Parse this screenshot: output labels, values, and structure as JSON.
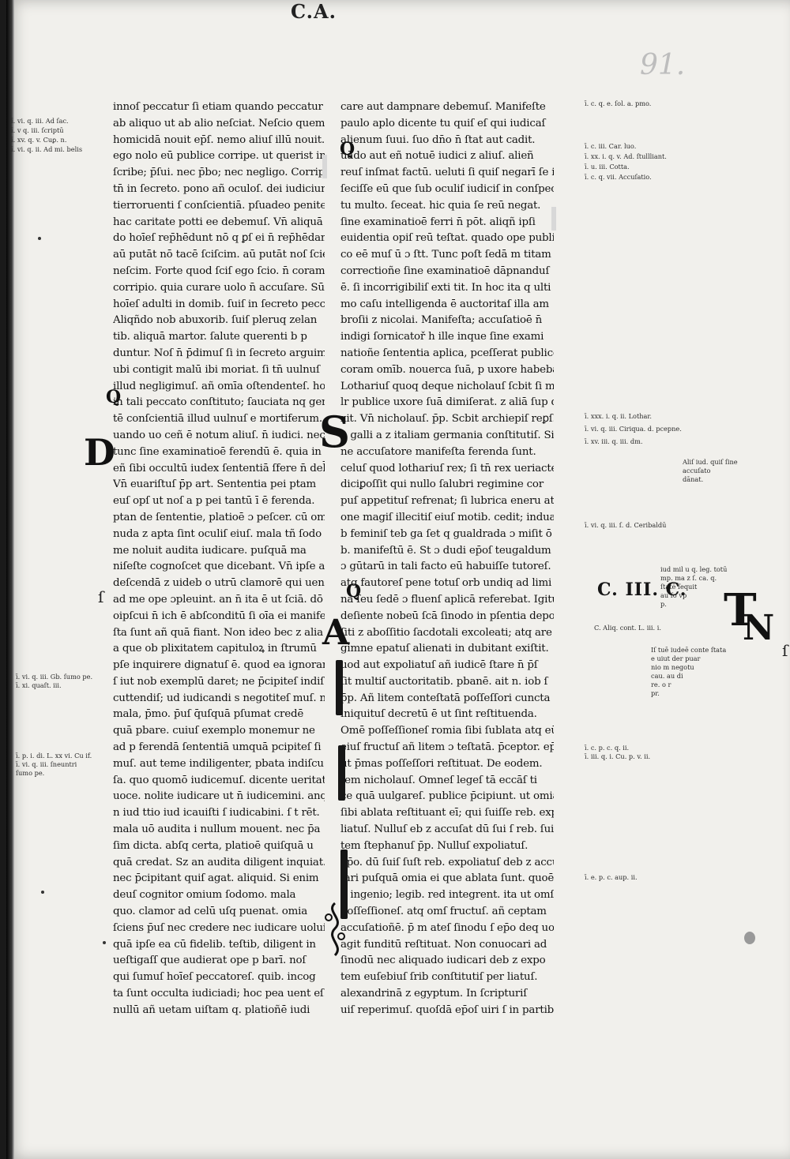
{
  "header": {
    "running_head": "C.A.",
    "folio": "91."
  },
  "initials": {
    "d": "D",
    "s": "S",
    "a": "A",
    "q1": "Q",
    "q2": "Q",
    "q3": "Q"
  },
  "left_column": [
    "innoſ peccatur ſi etiam quando peccatur",
    "ab aliquo ut ab alio neſciat. Neſcio quem",
    "homicidā nouit ep̄ſ. nemo aliuſ illū nouit.",
    "ego nolo eū publice corripe. ut querist in",
    "ſcribe; p̄ſui. nec p̄bo; nec negligo. Corripio",
    "tn̄ in ſecreto. pono añ oculoſ. dei iudicium.",
    "tierroruenti ſ conſcientiā. pſuadeo penitenti ā.",
    "hac caritate potti ee debemuſ. Vn̄ aliquā",
    "do hoīeſ rep̄hēdunt nō q ꝑſ ei n̄ rep̄hēdamū.",
    "aū putāt nō tacē ſciſcim. aū putāt noſ ſcie q",
    "neſcim. Forte quod ſciſ ego ſcio. n̄ coram te",
    "corripio. quia curare uolo n̄ accuſare. Sūt",
    "hoīeſ adulti in domib. ſuiſ in ſecreto peccant.",
    "Aliqñdo nob abuxorib. ſuiſ pleruq zelan",
    "tib. aliquā martor. ſalute querenti b p",
    "duntur. Noſ n̄ p̄dimuſ ſi in ſecreto arguimū",
    "ubi contigit malū ibi moriat. ſi tn̄ uulnuſ",
    "illud negligimuſ. añ omīa oſtendenteſ. hoī",
    "in tali peccato conſtituto; ſauciata nq gere",
    "tē conſcientiā illud uulnuſ e mortiferum.",
    "uando uo ceñ ē notum aliuſ. n̄ iudici. nec",
    "tunc ſine examinatioē ferendū ē. quia in",
    "eñ ſibi occultū iudex ſententiā ſfere n̄ deb̄t.",
    "Vn̄ euariſtuſ p̄p art. Sententia pei ptam",
    "euſ opſ ut noſ a p pei tantū ī ē ferenda.",
    "ptan de ſententie, platioē ɔ peſcer. cū omīā",
    "nuda z apta ſint oculiſ eiuſ. mala tñ ſodo",
    "me noluit audita iudicare. puſquā ma",
    "niſeſte cognoſcet que dicebant. Vn̄ ipſe ait",
    "deſcendā z uideb o utrū clamorē qui uenit",
    "ad me ope ɔpleuint. an n̄ ita ē ut ſciā. dō",
    "oipſcui n̄ ich ē abſconditū ſi oīa ei manife",
    "ſta ſunt añ quā fiant. Non ideo bec z alia mt",
    "a que ob plixitatem capituloꝝ in ſtrumū",
    "pſe inquirere dignatuſ ē. quod ea ignoraret.",
    "ſ iut nob exemplū daret; ne p̄cipiteſ indiſ",
    "cuttendiſ; ud iudicandi s negotiteſ muſ. ne",
    "mala, p̄mo. p̄uſ q̄uſquā pſumat credē",
    "quā pbare. cuiuſ exemplo monemur ne",
    "ad p ferendā ſententiā umquā pcipiteſ ſi",
    "muſ. aut teme indiligenter, pbata indiſcu",
    "ſa. quo quomō iudicemuſ. dicente ueritatis",
    "uoce. nolite iudicare ut n̄ iudicemini. anq",
    "n iud ttio iud icauiſti ſ iudicabini. ſ t rēt.",
    "mala uō audita i nullum mouent. nec p̄a",
    "ſim dicta. abſq certa, platioē quiſquā u",
    "quā credat. Sz an audita diligent inquiat.",
    "nec p̄cipitant quiſ agat. aliquid. Si enim",
    "deuſ cognitor omium ſodomo. mala",
    "quo. clamor ad celū uſq puenat. omia",
    "ſciens p̄uſ nec credere nec iudicare uoluit;",
    "quā ipſe ea cū fidelib. teſtib, diligent in",
    "ueſtigaſſ que audierat ope p barī. noſ",
    "qui ſumuſ hoīeſ peccatoreſ. quib. incog",
    "ta ſunt occulta iudiciadi; hoc pea uent eſ.",
    "nullū añ uetam uiſtam q. platioñē iudi"
  ],
  "right_column": [
    "care aut dampnare debemuſ. Manifeſte",
    "paulo aplo dicente tu quiſ eſ qui iudicaſ",
    "alienum ſuui. ſuo dn̄o n̄ ſtat aut cadit.",
    "uādo aut eñ notuē iudici z aliuſ. alieñ",
    "reuſ inſmat factū. ueluti ſi quiſ negarī ſe i",
    "ſeciſſe eū que ſub oculiſ iudiciſ in conſpec",
    "tu multo. ſeceat. hic quia ſe reū negat.",
    "ſine examinatioē ferri n̄ pōt. aliqñ ipſi",
    "euidentia opiſ reū teſtat. quado ope publi",
    "co eē muſ ū ɔ ſtt. Tunc poſt ſedā m titam",
    "correctioñe ſine examinatioē dāpnanduſ",
    "ē. ſi incorrigibiliſ exti tit. In hoc ita q ulti",
    "mo caſu intelligenda ē auctoritaſ illa am",
    "broſii z nicolai. Manifeſta; accuſatioē n̄",
    "indigi ſornicatoř h ille inque ſine exami",
    "natioñe ſententia aplica, pceſſerat publice",
    "coram omīb. nouerca ſuā, p uxore habebat.",
    "Lothariuſ quoq deque nicholauſ ſcbit ſi m",
    "lr publice uxore ſuā dimiſerat. z aliā ſup du",
    "xit. Vn̄ nicholauſ. p̄p. Scbit archiepiſ reꝑſ.",
    "p galli a z italiam germania conſtitutiſ. Si",
    "ne accuſatore manifeſta ferenda ſunt.",
    "celuſ quod lothariuſ rex; ſi tn̄ rex ueriacter",
    "diciꝑoſſit qui nullo ſalubri regimine cor",
    "puſ appetituſ refrenat; ſi lubrica eneru ati",
    "one magiſ illecitiſ eiuſ motib. cedit; indua",
    "b feminiſ teb ga ſet q gualdrada ɔ miſit ō",
    "b. manifeſtū ē. St ɔ dudi ep̄oſ teugaldum",
    "ɔ gūtarū in tali facto eū habuiſſe tutoreſ.",
    "atq fautoreſ pene totuſ orb undiq ad limi",
    "na ſeu ſedē ɔ fluenſ aplicā referebat. Igitur",
    "deſiente nobeū ſcā ſinodo in pſentia depo",
    "ſiti z aboſſitio ſacdotali excoleati; atq are",
    "gimne epatuſ alienati in dubitant exiſtit.",
    "uod aut expoliatuſ añ iudicē ſtare n̄ p̄ſ",
    "ſit multiſ auctoritatib. pbanē. ait n. iob ſ",
    "p̄p. Añ litem conteſtatā poſſeſſori cuncta",
    "iniquituſ decretū ē ut ſint reſtituenda.",
    "Omē poſſeſſioneſ romia ſibi ſublata atq eū",
    "eiuſ fructuſ añ litem ɔ teſtatā. p̄ceptor. ep̄ſ",
    "ut p̄mas poſſeſſori reſtituat. De eodem.",
    "tem nicholauſ. Omneſ legeſ tā eccāſ ti",
    "ce quā uulgareſ. publice p̄cipiunt. ut omia",
    "ſibi ablata reſtituant eī; qui ſuiſſe reb. expo",
    "liatuſ. Nulluſ eb z accuſat dū ſui ſ reb. ſuit",
    "tem ſtephanuſ p̄p. Nulluſ expoliatuſ.",
    "ep̄o. dū ſuiſ ſuſt reb. expoliatuſ deb z accu",
    "ſari puſquā omia ei que ablata ſunt. quoē",
    "q ingenio; legib. red integrent. ita ut omſ",
    "poſſeſſioneſ. atq omſ fructuſ. añ ceptam",
    "accuſatioñē. p̄ m ateſ ſinodu ſ ep̄o deq uo",
    "agit funditū reſtituat. Non conuocari ad",
    "ſinodū nec aliquado iudicari deb z expo",
    "tem euſebiuſ ſrib conſtitutiſ per liatuſ.",
    "alexandrinā z egyptum. In ſcripturiſ",
    "uiſ reperimuſ. quoſdā ep̄oſ uiri ſ in partib."
  ],
  "glosses": {
    "left_top": [
      "ī. vi. q. iii. Ad ſac.",
      "ī. v q. iii. ſcriptū",
      "ī. xv. q. v. Cuꝑ. n.",
      "ī. vi. q. ii. Ad mi. belis"
    ],
    "left_mid": [
      "ī. vi. q. iii. Gb. ſumo pe.",
      "ī. xi. quaſt. iii."
    ],
    "left_low": [
      "ī. p. i. di. L. xx vi. Cu if.",
      "ī. vi. q. iii. ſneuntri",
      "ſumo pe."
    ],
    "right_top": "ī. c. q. e. ſol. a. pmo.",
    "right_second": [
      "ī. c. iii. Car. luo.",
      "ī. xx. i. q. v. Ad. ſtullliant.",
      "ī. u. iii. Cotta.",
      "ī. c. q. vii. Accuſatio."
    ],
    "right_third": [
      "ī. xxx. i. q. ii. Lothar.",
      "ī. vi. q. iii. Ciriqua. d. pcepne.",
      "ī. xv. iii. q. iii. dm."
    ],
    "right_note1": [
      "Aliſ iud. quiſ ſine",
      "accuſato",
      "dānat."
    ],
    "right_fourth": "ī. vi. q. iii. ſ. d. Ceribaldū",
    "right_note2": [
      "iud mil u q. leg. totū",
      "mp. ma z ſ. ca. q.",
      "ſtatē ſequit",
      "au ſo vp",
      "p."
    ],
    "rubric": "C. III. C.",
    "big_t": "T",
    "big_n": "N",
    "right_fifth": "C. Aliq. cont. L. iii. i.",
    "right_note3": [
      "Iſ tuē iudeē conte ſtata",
      "e uiut der puar",
      "nio m negotu",
      "cau. au di",
      "re. o r",
      "pr."
    ],
    "right_sixth": [
      "ī. c. p. c. q. ii.",
      "ī. iii. q. i. Cu. p. v. ii."
    ],
    "right_seventh": "ī. e. p. c. aup. ii.",
    "paraph1": "ſ",
    "paraph2": "ſ"
  }
}
